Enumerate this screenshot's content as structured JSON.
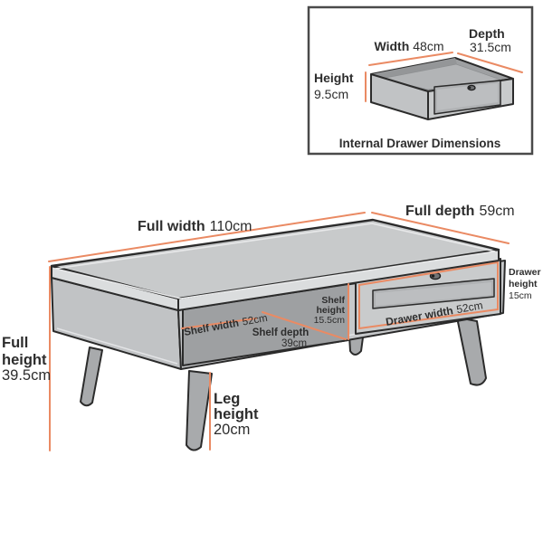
{
  "inset": {
    "title": "Internal Drawer Dimensions",
    "width": {
      "label": "Width",
      "value": "48cm"
    },
    "depth": {
      "label": "Depth",
      "value": "31.5cm"
    },
    "height": {
      "label": "Height",
      "value": "9.5cm"
    }
  },
  "dimensions": {
    "full_width": {
      "label": "Full width",
      "value": "110cm"
    },
    "full_depth": {
      "label": "Full depth",
      "value": "59cm"
    },
    "full_height": {
      "label_line1": "Full",
      "label_line2": "height",
      "value": "39.5cm"
    },
    "leg_height": {
      "label_line1": "Leg",
      "label_line2": "height",
      "value": "20cm"
    },
    "drawer_height": {
      "label_line1": "Drawer",
      "label_line2": "height",
      "value": "15cm"
    },
    "shelf_height": {
      "label_line1": "Shelf",
      "label_line2": "height",
      "value": "15.5cm"
    },
    "shelf_width": {
      "label": "Shelf width",
      "value": "52cm"
    },
    "shelf_depth": {
      "label": "Shelf depth",
      "value": "39cm"
    },
    "drawer_width": {
      "label": "Drawer width",
      "value": "52cm"
    }
  },
  "colors": {
    "accent": "#EA8A63",
    "outline": "#2B2B2B",
    "text": "#2D2D2D",
    "inset_border": "#4A4A4A",
    "surface_top": "#C8CACB",
    "surface_edge": "#DBDDDE",
    "surface_side": "#C1C3C5",
    "surface_front": "#C7C9CB",
    "interior": "#9EA0A2",
    "drawer_face": "#C9CBCC",
    "glass": "#AFB1B3",
    "leg": "#A8AAAC"
  }
}
